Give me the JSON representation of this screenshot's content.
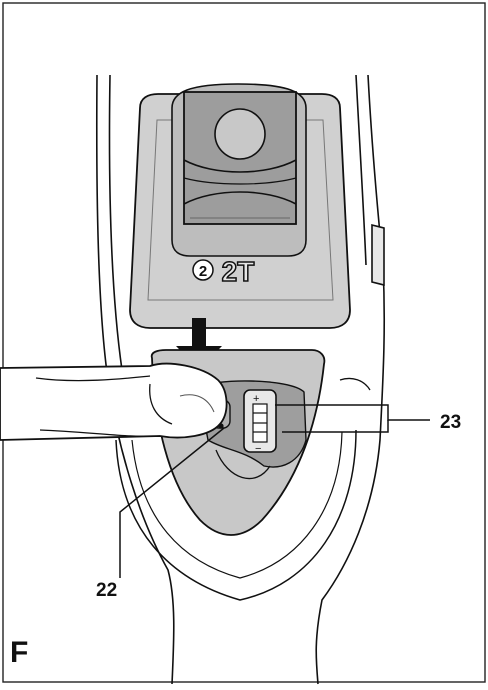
{
  "figure": {
    "letter": "F",
    "callouts": [
      {
        "id": "22",
        "text": "22"
      },
      {
        "id": "23",
        "text": "23"
      }
    ],
    "battery_badge": {
      "number": "2",
      "mark": "2T"
    },
    "indicator": {
      "plus": "+",
      "minus": "−",
      "segments": 4
    }
  }
}
